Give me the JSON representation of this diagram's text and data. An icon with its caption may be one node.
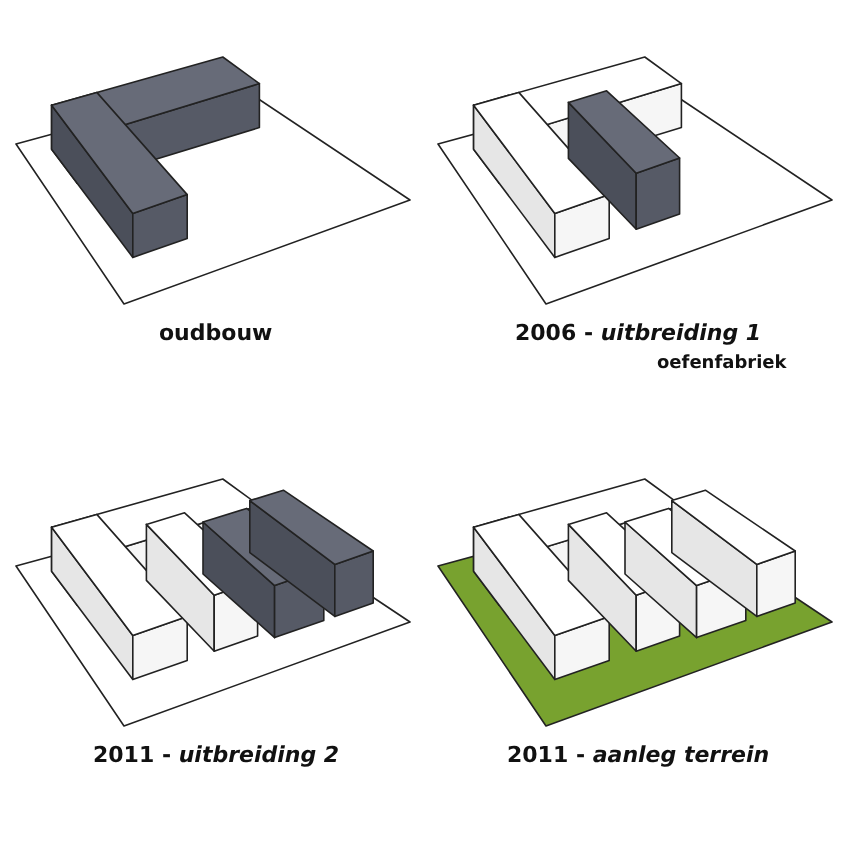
{
  "diagram": {
    "labels": [
      "oudbouw",
      "2006 - *uitbreiding 1*",
      "oefenfabriek",
      "2011 - *uitbreiding 2*",
      "2011 - *aanleg terrein*"
    ]
  }
}
